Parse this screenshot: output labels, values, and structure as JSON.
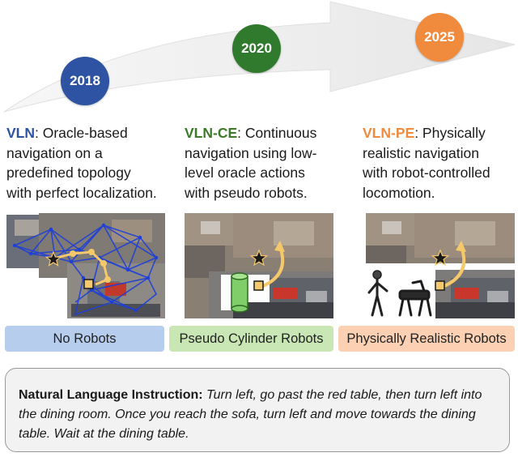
{
  "colors": {
    "vln": "#2e53a3",
    "vlnce": "#3c7a2a",
    "vlnpe": "#f08a3c",
    "label_vln": "#b7cdee",
    "label_vlnce": "#c8e7b4",
    "label_vlnpe": "#fbd0b3",
    "arrow": "#efefef"
  },
  "timeline": [
    {
      "year": "2018",
      "color": "#2e53a3"
    },
    {
      "year": "2020",
      "color": "#2f7a2d"
    },
    {
      "year": "2025",
      "color": "#f08a3c"
    }
  ],
  "columns": [
    {
      "title": "VLN",
      "desc_line1": ": Oracle-based",
      "desc_line2": "navigation on a",
      "desc_line3": "predefined topology",
      "desc_line4": "with perfect localization.",
      "label": "No Robots"
    },
    {
      "title": "VLN-CE",
      "desc_line1": ": Continuous",
      "desc_line2": "navigation using low-",
      "desc_line3": "level oracle actions",
      "desc_line4": "with pseudo robots.",
      "label": "Pseudo Cylinder Robots"
    },
    {
      "title": "VLN-PE",
      "desc_line1": ": Physically",
      "desc_line2": "realistic navigation",
      "desc_line3": "with robot-controlled",
      "desc_line4": "locomotion.",
      "label": "Physically Realistic Robots"
    }
  ],
  "instruction": {
    "title": "Natural Language Instruction:",
    "text": " Turn left, go past the red table, then turn left into the dining room. Once you reach the sofa, turn left and move towards the dining table. Wait at the dining table."
  }
}
